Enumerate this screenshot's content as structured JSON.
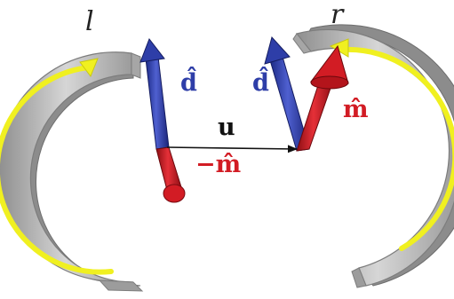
{
  "labels": {
    "left_frame": "l",
    "right_frame": "r",
    "d_left": "d̂",
    "d_right": "d̂",
    "m_right": "m̂",
    "m_left": "−m̂",
    "u": "u"
  },
  "colors": {
    "blue": "#2e3ea8",
    "red": "#d21c24",
    "ring_gray": "#b9b9b9",
    "yellow": "#f0f020"
  }
}
